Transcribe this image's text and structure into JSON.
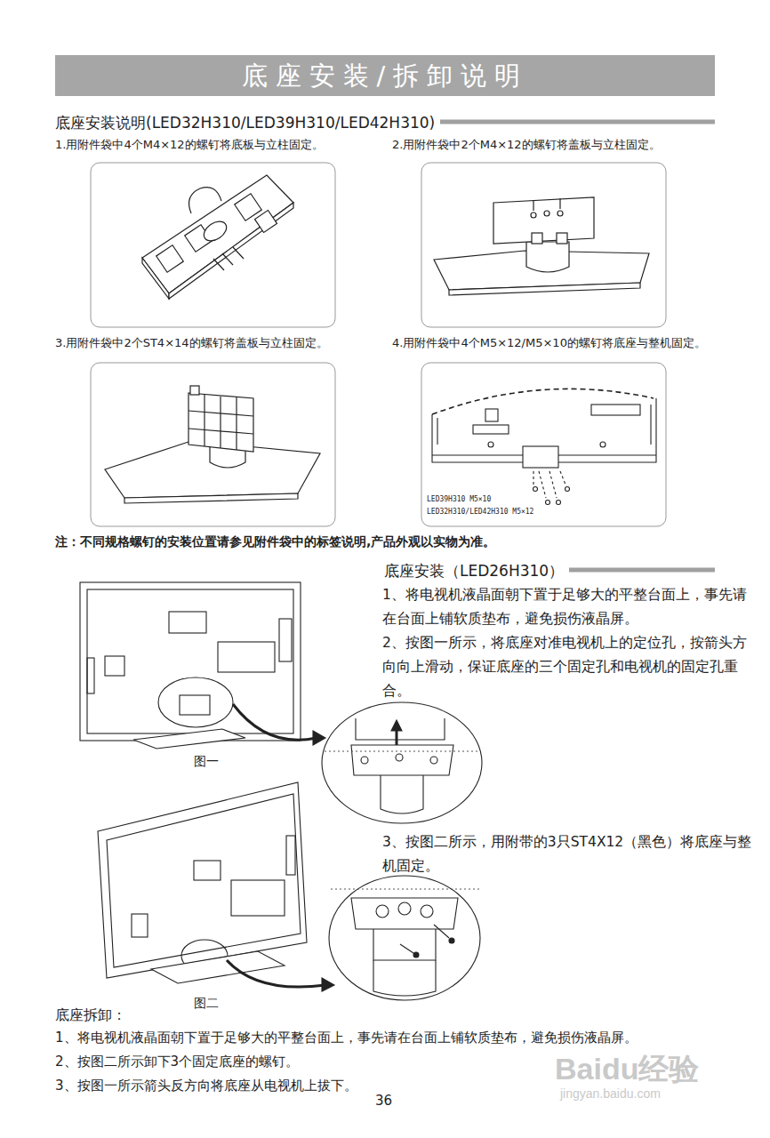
{
  "diagram": {
    "title": "底座安装/拆卸说明",
    "labels": [
      "底座安装说明(LED32H310/LED39H310/LED42H310)",
      "1.用附件袋中4个M4×12的螺钉将底板与立柱固定。",
      "2.用附件袋中2个M4×12的螺钉将盖板与立柱固定。",
      "3.用附件袋中2个ST4×14的螺钉将盖板与立柱固定。",
      "4.用附件袋中4个M5×12/M5×10的螺钉将底座与整机固定。",
      "LED39H310  M5×10",
      "LED32H310/LED42H310 M5×12",
      "注：不同规格螺钉的安装位置请参见附件袋中的标签说明,产品外观以实物为准。",
      "底座安装（LED26H310）",
      "1、将电视机液晶面朝下置于足够大的平整台面上，事先请在台面上铺软质垫布，避免损伤液晶屏。",
      "2、按图一所示，将底座对准电视机上的定位孔，按箭头方向向上滑动，保证底座的三个固定孔和电视机的固定孔重合。",
      "图一",
      "3、按图二所示，用附带的3只ST4X12（黑色）将底座与整机固定。",
      "图二",
      "底座拆卸：",
      "1、将电视机液晶面朝下置于足够大的平整台面上，事先请在台面上铺软质垫布，避免损伤液晶屏。",
      "2、按图二所示卸下3个固定底座的螺钉。",
      "3、按图一所示箭头反方向将底座从电视机上拔下。",
      "36",
      "Baidu经验",
      "jingyan.baidu.com"
    ]
  }
}
